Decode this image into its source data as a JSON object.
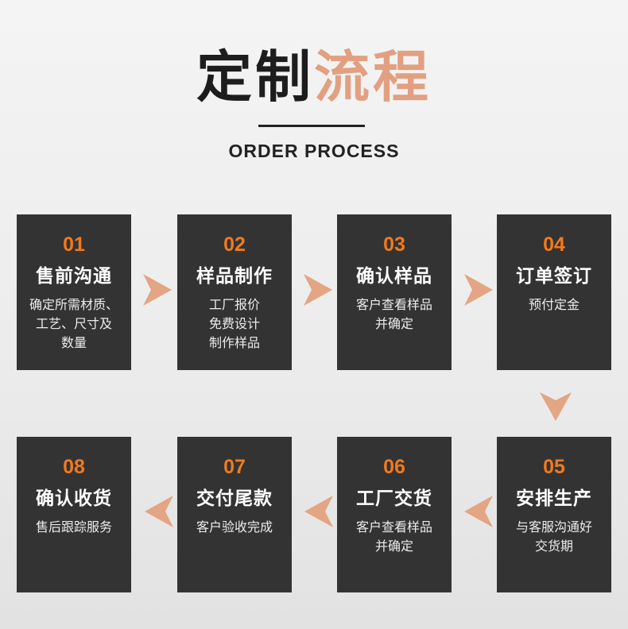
{
  "header": {
    "title_part1": "定制",
    "title_part2": "流程",
    "subtitle": "ORDER PROCESS"
  },
  "colors": {
    "card": "#333333",
    "number": "#f07a1d",
    "accent": "#e2a081",
    "arrow": "#e3a583"
  },
  "steps": [
    {
      "num": "01",
      "name": "售前沟通",
      "desc": [
        "确定所需材质、",
        "工艺、尺寸及",
        "数量"
      ]
    },
    {
      "num": "02",
      "name": "样品制作",
      "desc": [
        "工厂报价",
        "免费设计",
        "制作样品"
      ]
    },
    {
      "num": "03",
      "name": "确认样品",
      "desc": [
        "客户查看样品",
        "并确定"
      ]
    },
    {
      "num": "04",
      "name": "订单签订",
      "desc": [
        "预付定金"
      ]
    },
    {
      "num": "05",
      "name": "安排生产",
      "desc": [
        "与客服沟通好",
        "交货期"
      ]
    },
    {
      "num": "06",
      "name": "工厂交货",
      "desc": [
        "客户查看样品",
        "并确定"
      ]
    },
    {
      "num": "07",
      "name": "交付尾款",
      "desc": [
        "客户验收完成"
      ]
    },
    {
      "num": "08",
      "name": "确认收货",
      "desc": [
        "售后跟踪服务"
      ]
    }
  ],
  "arrows": [
    "arrow-right-icon",
    "arrow-down-icon",
    "arrow-left-icon"
  ]
}
